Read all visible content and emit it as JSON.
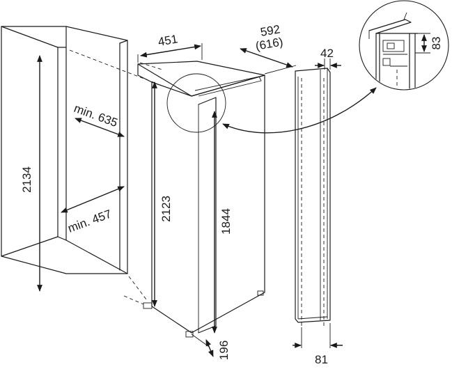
{
  "dimensions": {
    "niche_height": "2134",
    "niche_depth_min": "min. 635",
    "niche_width_min": "min. 457",
    "appliance_depth": "451",
    "appliance_width": "592",
    "appliance_width_alt": "(616)",
    "appliance_height": "2123",
    "door_height": "1844",
    "plinth": "196",
    "door_thickness": "42",
    "door_offset": "81",
    "hinge_height": "83"
  },
  "colors": {
    "line": "#1a1a1a",
    "background": "#ffffff"
  }
}
